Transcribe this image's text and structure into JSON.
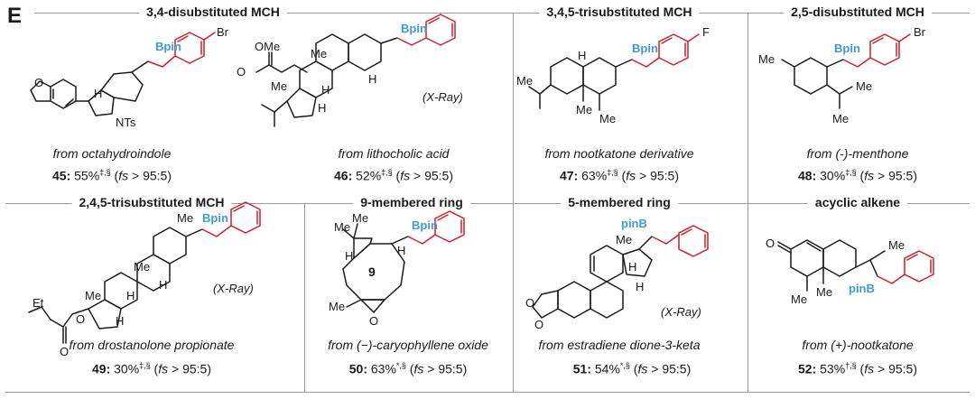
{
  "panel_letter": "E",
  "colors": {
    "boryl": "#3d9bd6",
    "aryl": "#d21f2a",
    "ink": "#1a1a1a",
    "rule": "#9a9a9a"
  },
  "labels": {
    "bpin": "Bpin",
    "pinb": "pinB",
    "xray": "(X-Ray)",
    "ring_size": "9"
  },
  "atom_labels": {
    "br": "Br",
    "f": "F",
    "h": "H",
    "nts": "NTs",
    "me": "Me",
    "ome": "OMe",
    "o": "O",
    "et": "Et"
  },
  "entries": [
    {
      "header": "3,4-disubstituted MCH",
      "source": "from octahydroindole",
      "number": "45:",
      "yield": "55%",
      "marks": "‡,§",
      "fs_label": "fs",
      "fs_value": "> 95:5"
    },
    {
      "header": "",
      "source": "from lithocholic acid",
      "number": "46:",
      "yield": "52%",
      "marks": "‡,§",
      "fs_label": "fs",
      "fs_value": "> 95:5"
    },
    {
      "header": "3,4,5-trisubstituted MCH",
      "source": "from nootkatone derivative",
      "number": "47:",
      "yield": "63%",
      "marks": "‡,§",
      "fs_label": "fs",
      "fs_value": "> 95:5"
    },
    {
      "header": "2,5-disubstituted MCH",
      "source": "from (-)-menthone",
      "number": "48:",
      "yield": "30%",
      "marks": "‡,§",
      "fs_label": "fs",
      "fs_value": "> 95:5"
    },
    {
      "header": "2,4,5-trisubstituted MCH",
      "source": "from drostanolone propionate",
      "number": "49:",
      "yield": "30%",
      "marks": "‡,§",
      "fs_label": "fs",
      "fs_value": "> 95:5"
    },
    {
      "header": "9-membered ring",
      "source": "from (−)-caryophyllene oxide",
      "number": "50:",
      "yield": "63%",
      "marks": "*,§",
      "fs_label": "fs",
      "fs_value": "> 95:5"
    },
    {
      "header": "5-membered ring",
      "source": "from estradiene dione-3-keta",
      "number": "51:",
      "yield": "54%",
      "marks": "*,§",
      "fs_label": "fs",
      "fs_value": "> 95:5"
    },
    {
      "header": "acyclic alkene",
      "source": "from (+)-nootkatone",
      "number": "52:",
      "yield": "53%",
      "marks": "†,§",
      "fs_label": "fs",
      "fs_value": "> 95:5"
    }
  ]
}
